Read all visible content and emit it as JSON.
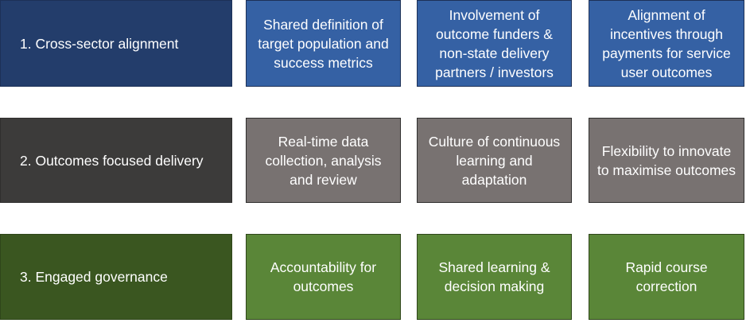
{
  "colors": {
    "row1_header": "#233d6b",
    "row1_cell": "#3561a4",
    "row2_header": "#3c3b3a",
    "row2_cell": "#787271",
    "row3_header": "#3a5620",
    "row3_cell": "#5a8638",
    "border_row1": "#1d3157",
    "border_row2": "#2f2e2d",
    "border_row3": "#2f461a"
  },
  "rows": [
    {
      "header": "1. Cross-sector alignment",
      "cells": [
        "Shared definition of target population and success metrics",
        "Involvement of outcome funders & non-state delivery partners / investors",
        "Alignment of incentives through payments for service user outcomes"
      ]
    },
    {
      "header": "2. Outcomes focused delivery",
      "cells": [
        "Real-time data collection, analysis and review",
        "Culture of continuous learning and adaptation",
        "Flexibility to innovate to maximise outcomes"
      ]
    },
    {
      "header": "3. Engaged governance",
      "cells": [
        "Accountability for outcomes",
        "Shared learning & decision making",
        "Rapid course correction"
      ]
    }
  ]
}
